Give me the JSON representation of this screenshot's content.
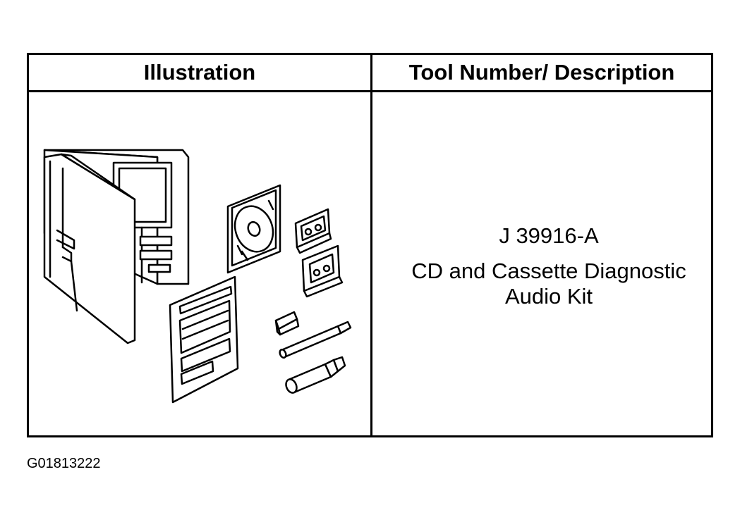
{
  "table": {
    "headers": {
      "illustration": "Illustration",
      "description": "Tool Number/ Description"
    },
    "rows": [
      {
        "tool_number": "J 39916-A",
        "description": "CD and Cassette Diagnostic\nAudio Kit"
      }
    ]
  },
  "figure_id": "G01813222"
}
